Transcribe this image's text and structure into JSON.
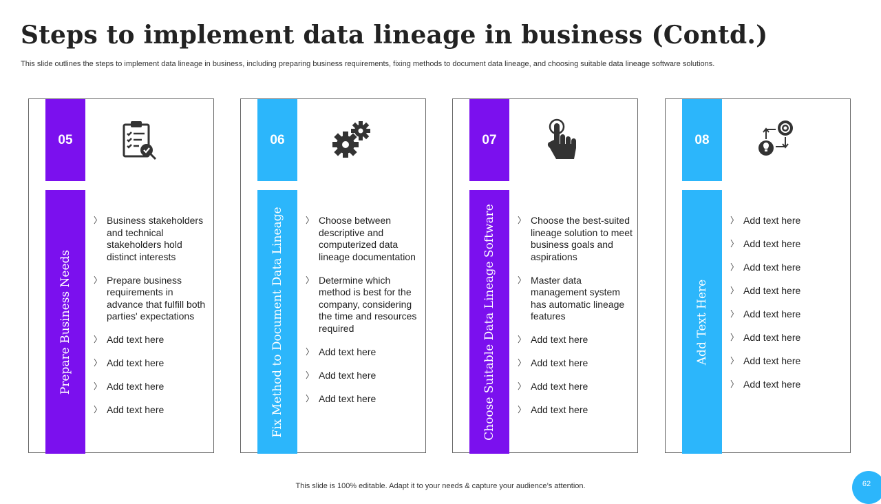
{
  "title": "Steps to implement data lineage in business (Contd.)",
  "subtitle": "This slide outlines the steps to implement data lineage in business, including preparing business requirements, fixing methods to document data lineage, and choosing suitable data lineage software solutions.",
  "colors": {
    "purple": "#7B10EE",
    "blue": "#2CB6FB"
  },
  "cards": [
    {
      "number": "05",
      "icon": "clipboard-checklist-icon",
      "heading": "Prepare Business Needs",
      "bullets": [
        "Business stakeholders and technical stakeholders hold distinct interests",
        "Prepare business requirements in advance that fulfill both parties' expectations",
        "Add text here",
        "Add text here",
        "Add text here",
        "Add text here"
      ]
    },
    {
      "number": "06",
      "icon": "gears-icon",
      "heading": "Fix Method to Document Data Lineage",
      "bullets": [
        "Choose between descriptive and computerized data lineage documentation",
        "Determine which method is best for the company, considering the time and resources required",
        "Add text here",
        "Add text here",
        "Add text here"
      ]
    },
    {
      "number": "07",
      "icon": "hand-pointer-icon",
      "heading": "Choose Suitable Data Lineage Software",
      "bullets": [
        "Choose the best-suited lineage solution to meet business goals and aspirations",
        "Master data management system has automatic lineage features",
        "Add text here",
        "Add text here",
        "Add text here",
        "Add text here"
      ]
    },
    {
      "number": "08",
      "icon": "idea-process-icon",
      "heading": "Add Text Here",
      "bullets": [
        "Add text here",
        "Add text here",
        "Add text here",
        "Add text here",
        "Add text here",
        "Add text here",
        "Add text here",
        "Add text here"
      ]
    }
  ],
  "footer": "This slide is 100% editable. Adapt it to your needs & capture your audience’s attention.",
  "page_number": "62"
}
